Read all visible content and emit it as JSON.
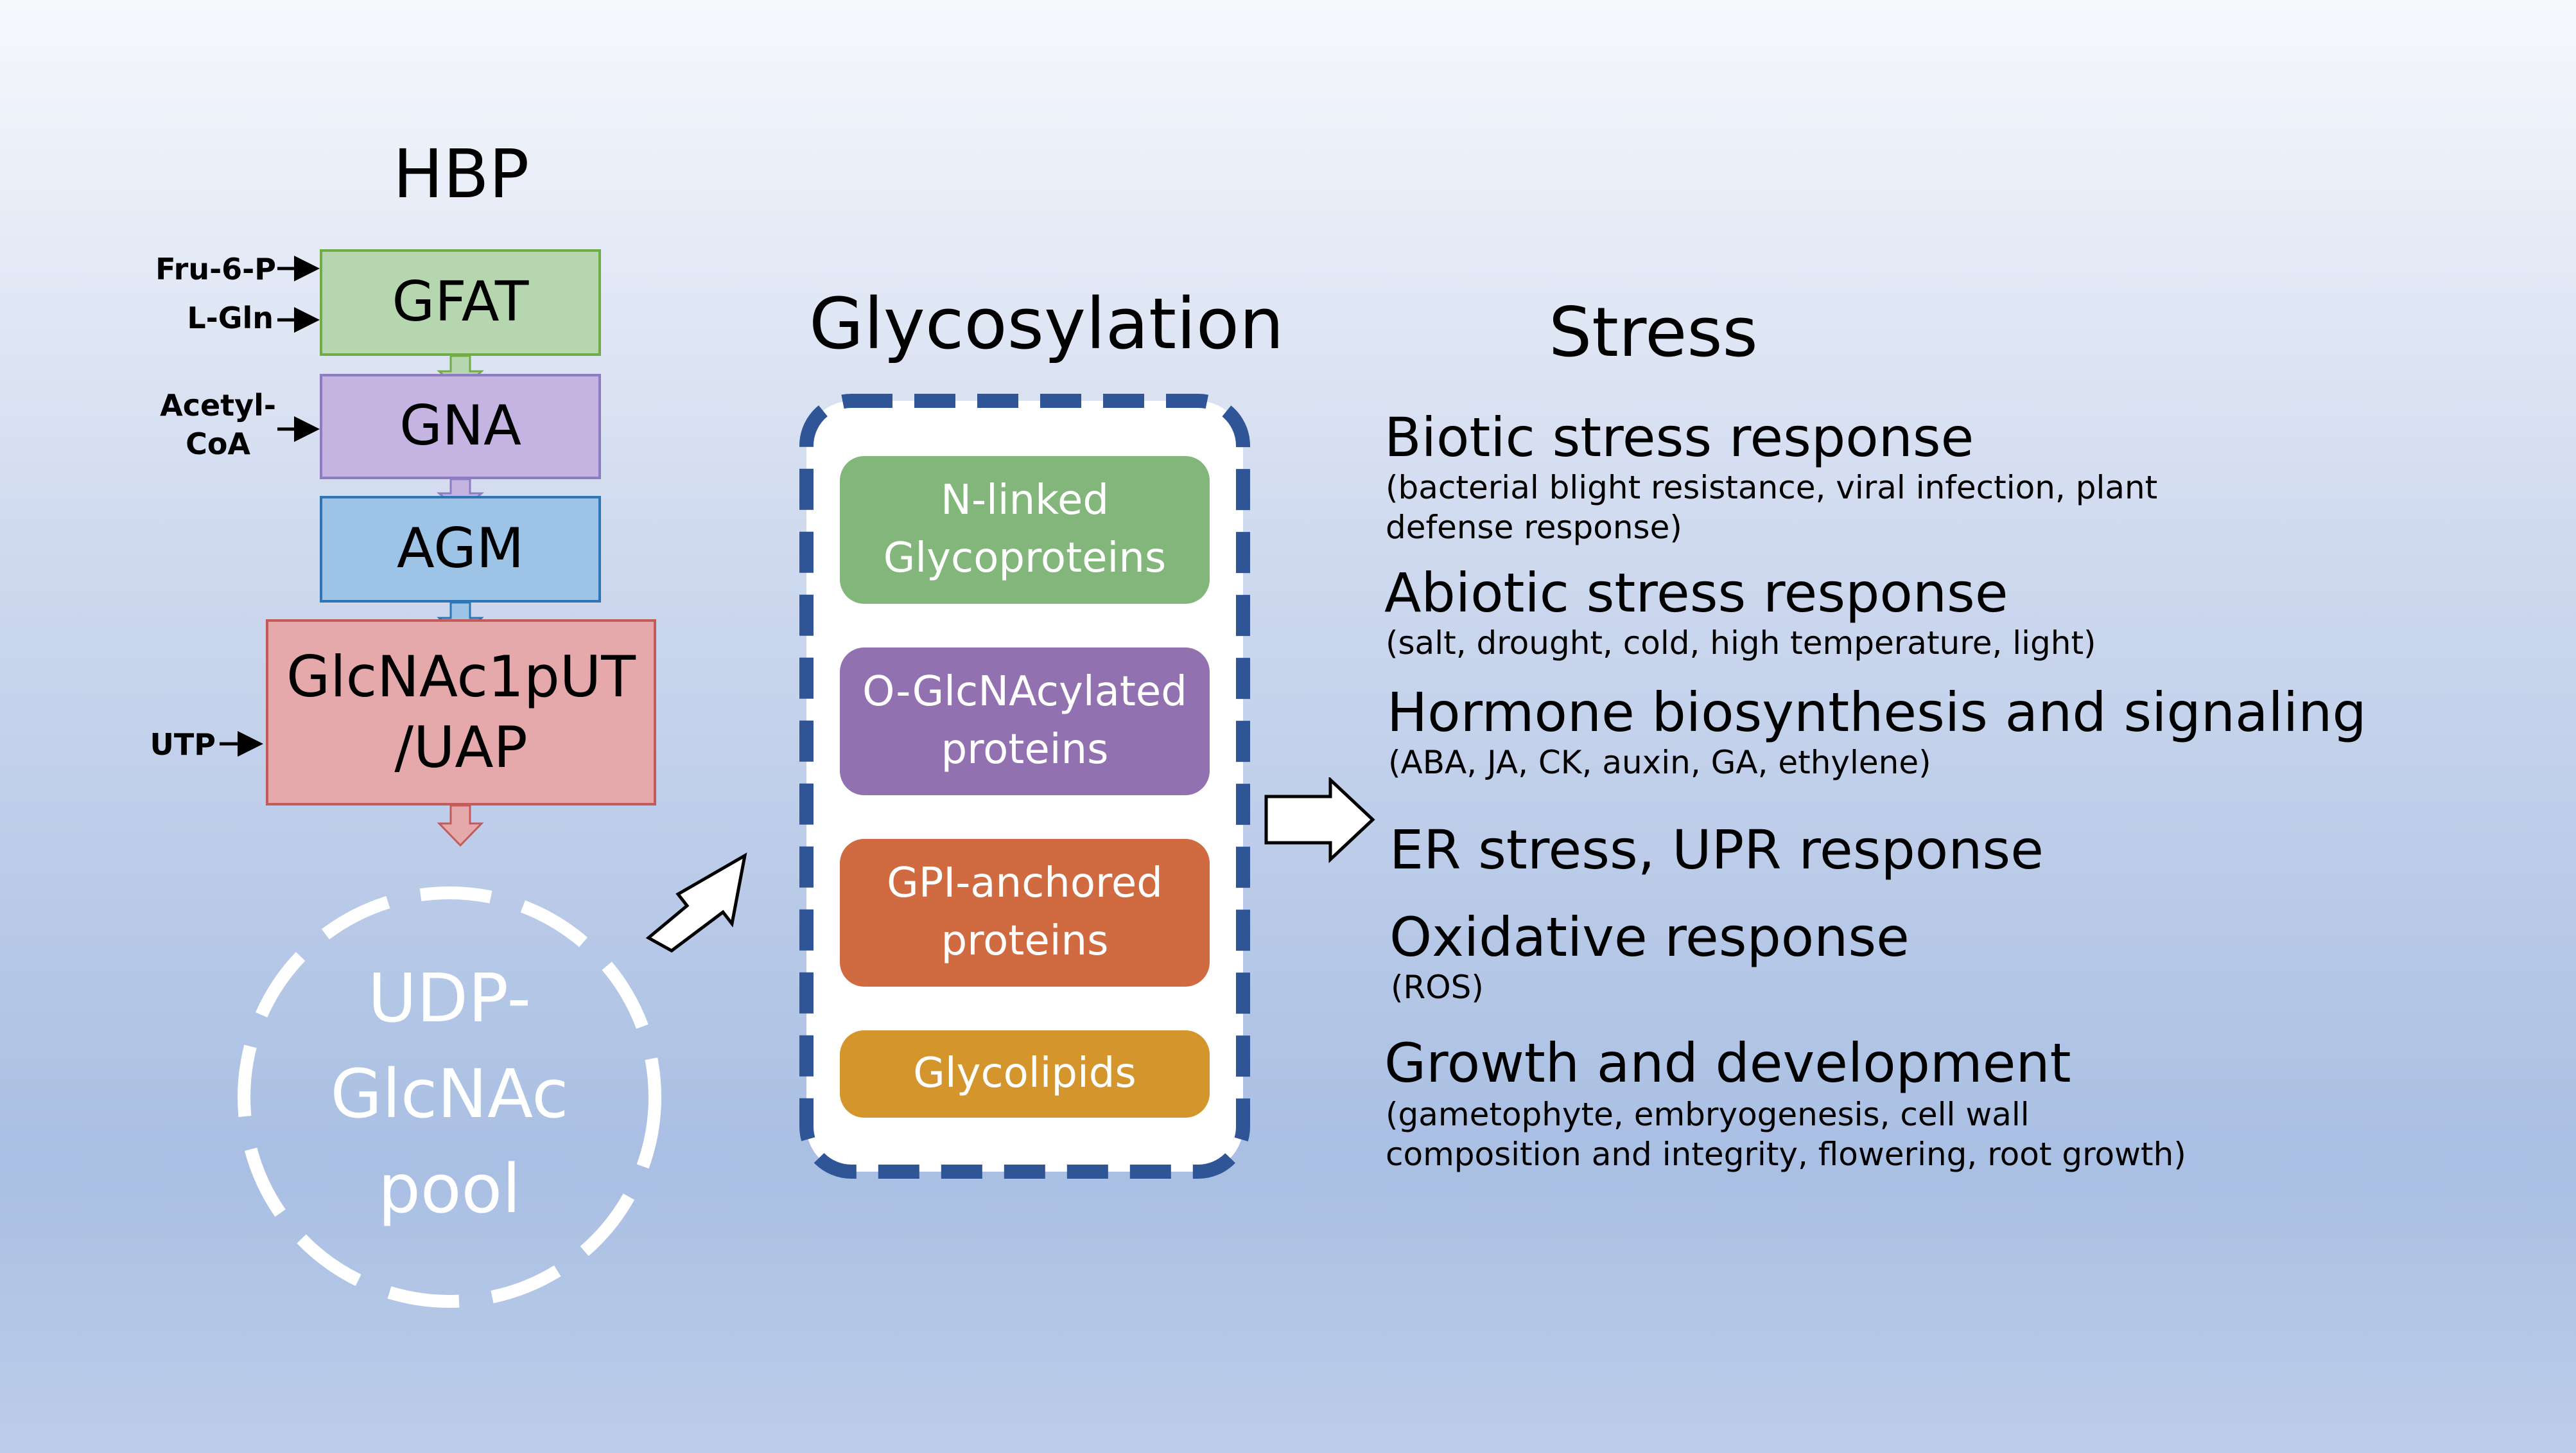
{
  "hbp": {
    "title": "HBP",
    "inputs": {
      "fru6p": "Fru-6-P",
      "lgln": "L-Gln",
      "acetyl": "Acetyl-",
      "coa": "CoA",
      "utp": "UTP"
    },
    "enzymes": {
      "gfat": "GFAT",
      "gna": "GNA",
      "agm": "AGM",
      "uap_line1": "GlcNAc1pUT",
      "uap_line2": "/UAP"
    },
    "pool": {
      "line1": "UDP-",
      "line2": "GlcNAc",
      "line3": "pool"
    }
  },
  "glycosylation": {
    "title": "Glycosylation",
    "items": [
      {
        "line1": "N-linked",
        "line2": "Glycoproteins"
      },
      {
        "line1": "O-GlcNAcylated",
        "line2": "proteins"
      },
      {
        "line1": "GPI-anchored",
        "line2": "proteins"
      },
      {
        "line1": "Glycolipids"
      }
    ]
  },
  "stress": {
    "title": "Stress",
    "items": [
      {
        "heading": "Biotic stress response",
        "detail1": "(bacterial blight resistance, viral infection, plant",
        "detail2": "defense response)"
      },
      {
        "heading": "Abiotic stress response",
        "detail1": "(salt, drought, cold, high temperature, light)"
      },
      {
        "heading": "Hormone biosynthesis and signaling",
        "detail1": "(ABA, JA, CK, auxin, GA, ethylene)"
      },
      {
        "heading": "ER stress, UPR response"
      },
      {
        "heading": "Oxidative response",
        "detail1": "(ROS)"
      },
      {
        "heading": "Growth and development",
        "detail1": "(gametophyte, embryogenesis, cell wall",
        "detail2": "composition and integrity, flowering, root growth)"
      }
    ]
  },
  "colors": {
    "gfat": "#b5d6ae",
    "gna": "#c5b3e2",
    "agm": "#9dc3e6",
    "uap": "#e5a9ab",
    "nlinked": "#82b67a",
    "oglcnac": "#9271b0",
    "gpi": "#d06a40",
    "glycolipids": "#d4962c",
    "dashed_border": "#2f5597"
  }
}
